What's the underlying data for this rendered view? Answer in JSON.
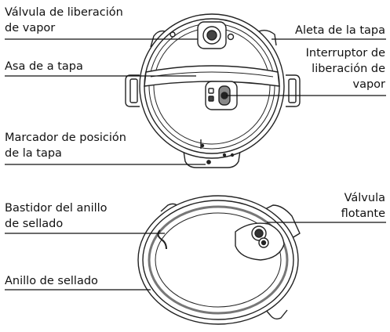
{
  "top_diagram": {
    "labels": {
      "steam_release_valve": [
        "Válvula de liberación",
        "de vapor"
      ],
      "lid_handle": "Asa de a tapa",
      "lid_position_marker": [
        "Marcador de posición",
        "de la tapa"
      ],
      "lid_fin": "Aleta de la tapa",
      "steam_release_switch": [
        "Interruptor de",
        "liberación de",
        "vapor"
      ]
    }
  },
  "bottom_diagram": {
    "labels": {
      "sealing_ring_rack": [
        "Bastidor del anillo",
        "de sellado"
      ],
      "sealing_ring": "Anillo de sellado",
      "float_valve": [
        "Válvula",
        "flotante"
      ]
    }
  }
}
